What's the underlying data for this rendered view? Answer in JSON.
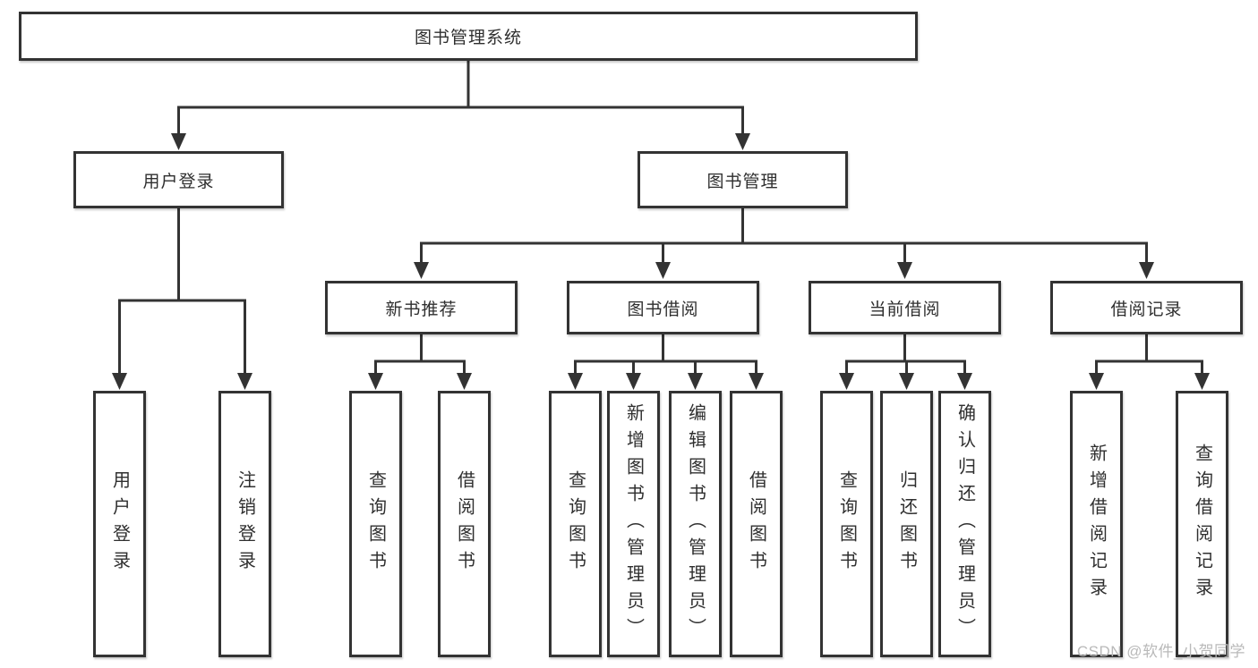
{
  "tree": {
    "root": {
      "label": "图书管理系统"
    },
    "user": {
      "label": "用户登录",
      "leaves": [
        {
          "label": "用户登录"
        },
        {
          "label": "注销登录"
        }
      ]
    },
    "book": {
      "label": "图书管理",
      "children": [
        {
          "label": "新书推荐",
          "leaves": [
            {
              "label": "查询图书"
            },
            {
              "label": "借阅图书"
            }
          ]
        },
        {
          "label": "图书借阅",
          "leaves": [
            {
              "label": "查询图书"
            },
            {
              "label": "新增图书（管理员）"
            },
            {
              "label": "编辑图书（管理员）"
            },
            {
              "label": "借阅图书"
            }
          ]
        },
        {
          "label": "当前借阅",
          "leaves": [
            {
              "label": "查询图书"
            },
            {
              "label": "归还图书"
            },
            {
              "label": "确认归还（管理员）"
            }
          ]
        },
        {
          "label": "借阅记录",
          "leaves": [
            {
              "label": "新增借阅记录"
            },
            {
              "label": "查询借阅记录"
            }
          ]
        }
      ]
    }
  },
  "watermark": {
    "text": "CSDN @软件_小贺同学"
  },
  "colors": {
    "stroke": "#333333",
    "text": "#2f2f2f",
    "watermark": "#b9b9b9",
    "background": "#ffffff"
  }
}
